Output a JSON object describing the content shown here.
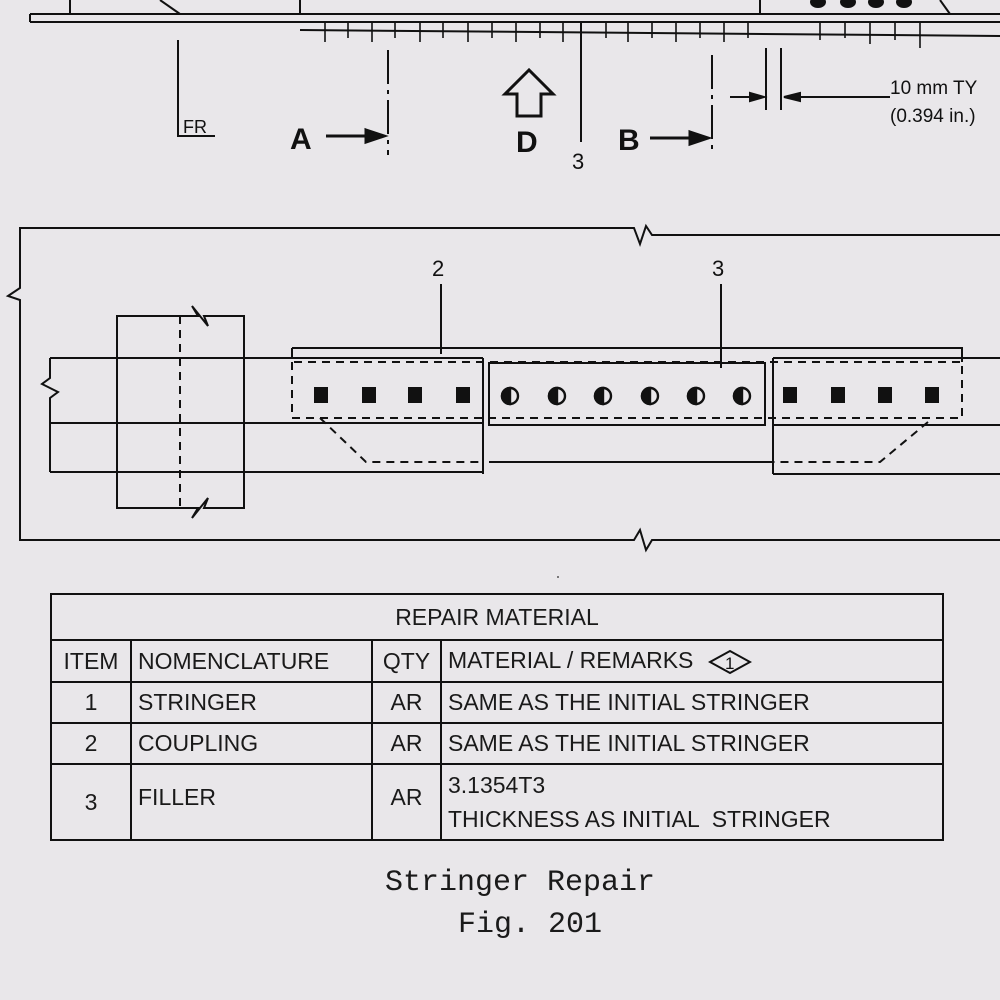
{
  "top_view": {
    "fr_label": "FR",
    "section_a": "A",
    "section_b": "B",
    "view_d": "D",
    "item_3": "3",
    "dimension_line1": "10 mm TY",
    "dimension_line2": "(0.394 in.)"
  },
  "detail_view": {
    "item_2": "2",
    "item_3": "3"
  },
  "table": {
    "title": "REPAIR MATERIAL",
    "headers": {
      "item": "ITEM",
      "nomenclature": "NOMENCLATURE",
      "qty": "QTY",
      "material": "MATERIAL / REMARKS",
      "note_ref": "1"
    },
    "rows": [
      {
        "item": "1",
        "nomenclature": "STRINGER",
        "qty": "AR",
        "material_line1": "SAME AS THE INITIAL STRINGER",
        "material_line2": ""
      },
      {
        "item": "2",
        "nomenclature": "COUPLING",
        "qty": "AR",
        "material_line1": "SAME AS THE INITIAL STRINGER",
        "material_line2": ""
      },
      {
        "item": "3",
        "nomenclature": "FILLER",
        "qty": "AR",
        "material_line1": "3.1354T3",
        "material_line2": "THICKNESS AS INITIAL  STRINGER"
      }
    ]
  },
  "caption": {
    "title": "Stringer Repair",
    "figure": "Fig. 201"
  }
}
